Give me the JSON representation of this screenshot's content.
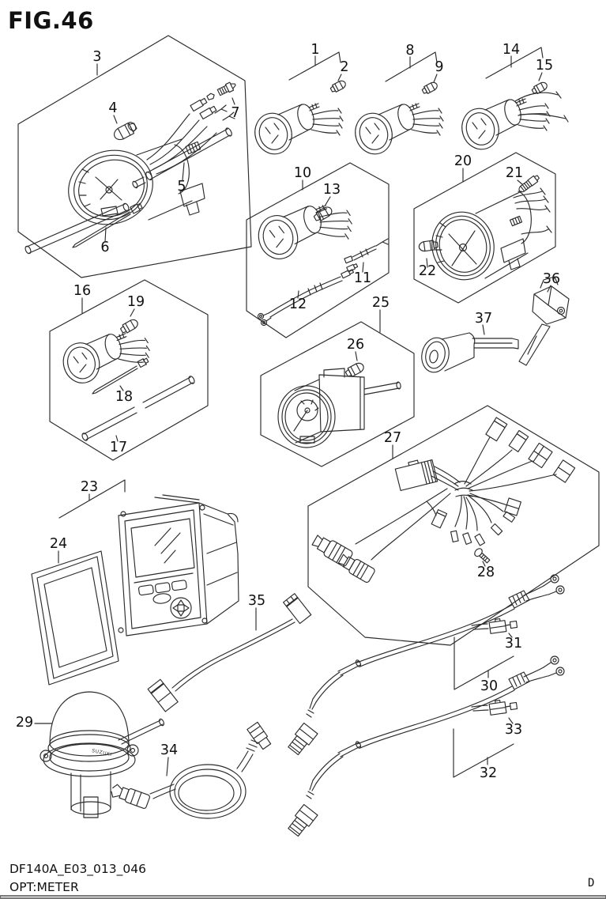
{
  "figure": {
    "title": "FIG.46",
    "doc_code": "DF140A_E03_013_046",
    "caption": "OPT:METER",
    "page_marker": "D",
    "brand": "SUZUKI"
  },
  "labels": {
    "n1": "1",
    "n2": "2",
    "n3": "3",
    "n4": "4",
    "n5": "5",
    "n6": "6",
    "n7": "7",
    "n8": "8",
    "n9": "9",
    "n10": "10",
    "n11": "11",
    "n12": "12",
    "n13": "13",
    "n14": "14",
    "n15": "15",
    "n16": "16",
    "n17": "17",
    "n18": "18",
    "n19": "19",
    "n20": "20",
    "n21": "21",
    "n22": "22",
    "n23": "23",
    "n24": "24",
    "n25": "25",
    "n26": "26",
    "n27": "27",
    "n28": "28",
    "n29": "29",
    "n30": "30",
    "n31": "31",
    "n32": "32",
    "n33": "33",
    "n34": "34",
    "n35": "35",
    "n36": "36",
    "n37": "37"
  }
}
